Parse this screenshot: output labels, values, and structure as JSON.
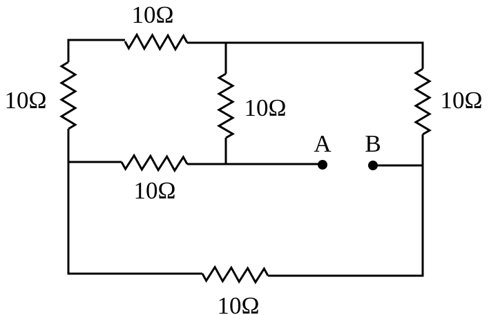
{
  "resistors": [
    {
      "id": "top",
      "label": "10Ω"
    },
    {
      "id": "left",
      "label": "10Ω"
    },
    {
      "id": "middle-vertical",
      "label": "10Ω"
    },
    {
      "id": "right",
      "label": "10Ω"
    },
    {
      "id": "middle-horizontal",
      "label": "10Ω"
    },
    {
      "id": "bottom",
      "label": "10Ω"
    }
  ],
  "terminals": {
    "a": "A",
    "b": "B"
  },
  "colors": {
    "line": "#000000",
    "background": "#ffffff"
  }
}
